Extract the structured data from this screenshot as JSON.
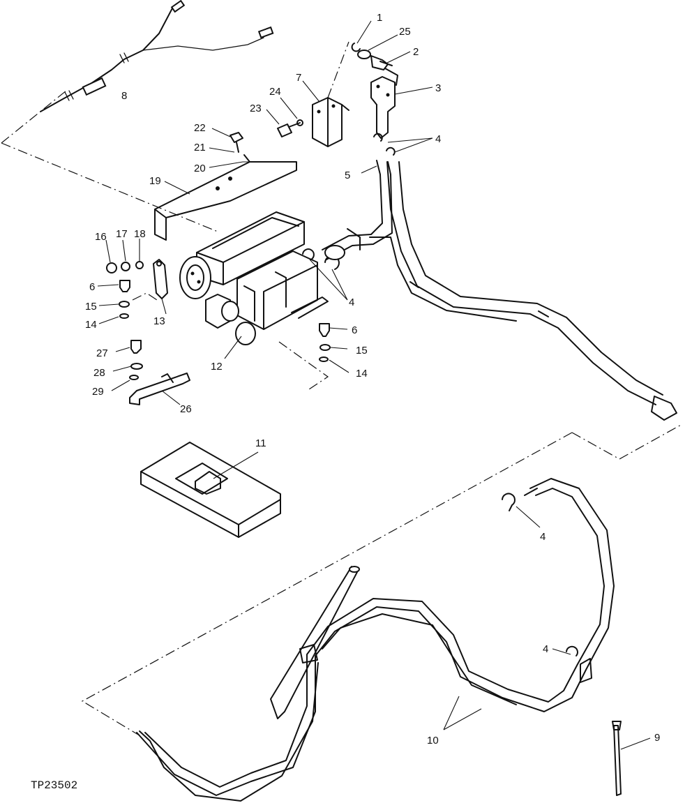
{
  "figure": {
    "id_label": "TP23502"
  },
  "callouts": [
    {
      "key": "c1",
      "label": "1"
    },
    {
      "key": "c25",
      "label": "25"
    },
    {
      "key": "c2",
      "label": "2"
    },
    {
      "key": "c3",
      "label": "3"
    },
    {
      "key": "c4a",
      "label": "4"
    },
    {
      "key": "c7",
      "label": "7"
    },
    {
      "key": "c24",
      "label": "24"
    },
    {
      "key": "c23",
      "label": "23"
    },
    {
      "key": "c22",
      "label": "22"
    },
    {
      "key": "c21",
      "label": "21"
    },
    {
      "key": "c20",
      "label": "20"
    },
    {
      "key": "c19",
      "label": "19"
    },
    {
      "key": "c8",
      "label": "8"
    },
    {
      "key": "c5",
      "label": "5"
    },
    {
      "key": "c16",
      "label": "16"
    },
    {
      "key": "c17",
      "label": "17"
    },
    {
      "key": "c18",
      "label": "18"
    },
    {
      "key": "c6a",
      "label": "6"
    },
    {
      "key": "c15a",
      "label": "15"
    },
    {
      "key": "c14a",
      "label": "14"
    },
    {
      "key": "c13",
      "label": "13"
    },
    {
      "key": "c4b",
      "label": "4"
    },
    {
      "key": "c6b",
      "label": "6"
    },
    {
      "key": "c15b",
      "label": "15"
    },
    {
      "key": "c14b",
      "label": "14"
    },
    {
      "key": "c12",
      "label": "12"
    },
    {
      "key": "c27",
      "label": "27"
    },
    {
      "key": "c28",
      "label": "28"
    },
    {
      "key": "c29",
      "label": "29"
    },
    {
      "key": "c26",
      "label": "26"
    },
    {
      "key": "c11",
      "label": "11"
    },
    {
      "key": "c4c",
      "label": "4"
    },
    {
      "key": "c4d",
      "label": "4"
    },
    {
      "key": "c10",
      "label": "10"
    },
    {
      "key": "c9",
      "label": "9"
    }
  ]
}
